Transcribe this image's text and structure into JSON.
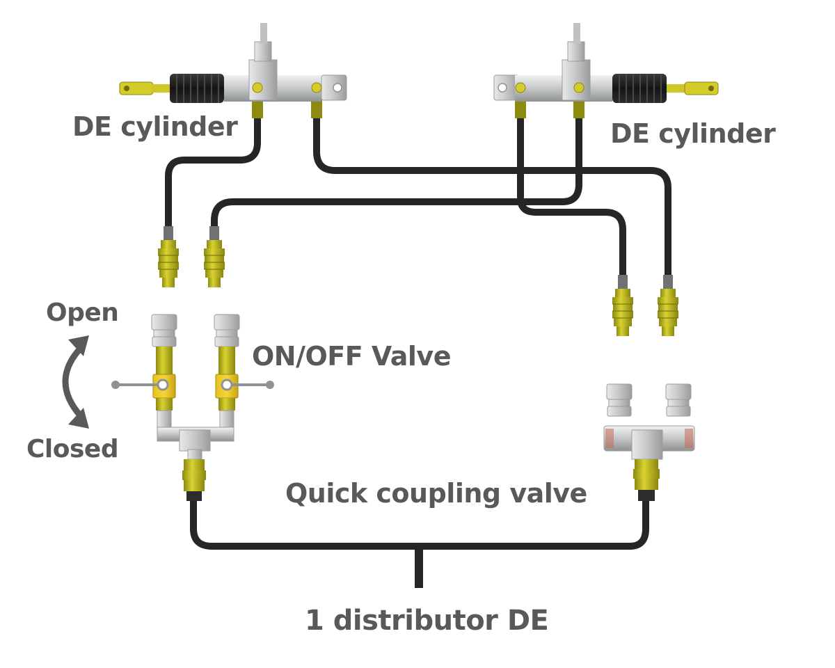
{
  "labels": {
    "cylinder_left": "DE cylinder",
    "cylinder_right": "DE cylinder",
    "open": "Open",
    "closed": "Closed",
    "onoff_valve": "ON/OFF Valve",
    "quick_coupling": "Quick coupling valve",
    "distributor": "1 distributor DE"
  },
  "colors": {
    "hose": "#262626",
    "text": "#58595b",
    "brass_yellow": "#c9c31a",
    "metal_grey": "#cfd1d2",
    "dark_boot": "#1f1f1f",
    "rod_yellow": "#d4cc2a"
  },
  "icons": {
    "rotate_arrow": "curved-double-arrow-icon",
    "connector": "quick-coupler-icon"
  }
}
